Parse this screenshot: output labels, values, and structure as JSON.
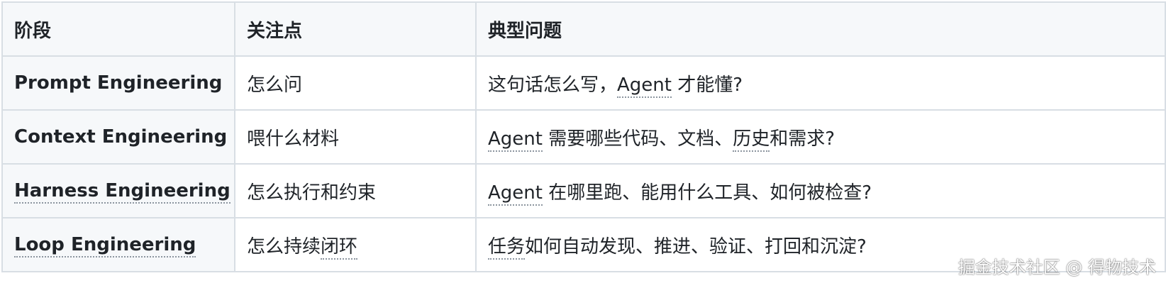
{
  "table": {
    "headers": [
      "阶段",
      "关注点",
      "典型问题"
    ],
    "rows": [
      {
        "stage": "Prompt Engineering",
        "focus": "怎么问",
        "question_pre": "这句话怎么写，",
        "question_link": "Agent",
        "question_post": " 才能懂?"
      },
      {
        "stage": "Context Engineering",
        "focus": "喂什么材料",
        "question_link": "Agent",
        "question_mid": " 需要哪些代码、文档、",
        "question_link2": "历史",
        "question_post": "和需求?"
      },
      {
        "stage": "Harness Engineering",
        "focus": "怎么执行和约束",
        "question_link": "Agent",
        "question_post": " 在哪里跑、能用什么工具、如何被检查?"
      },
      {
        "stage": "Loop Engineering",
        "focus_pre": "怎么持续",
        "focus_link": "闭环",
        "question_link": "任务",
        "question_post": "如何自动发现、推进、验证、打回和沉淀?"
      }
    ]
  },
  "watermark": "掘金技术社区 @ 得物技术"
}
